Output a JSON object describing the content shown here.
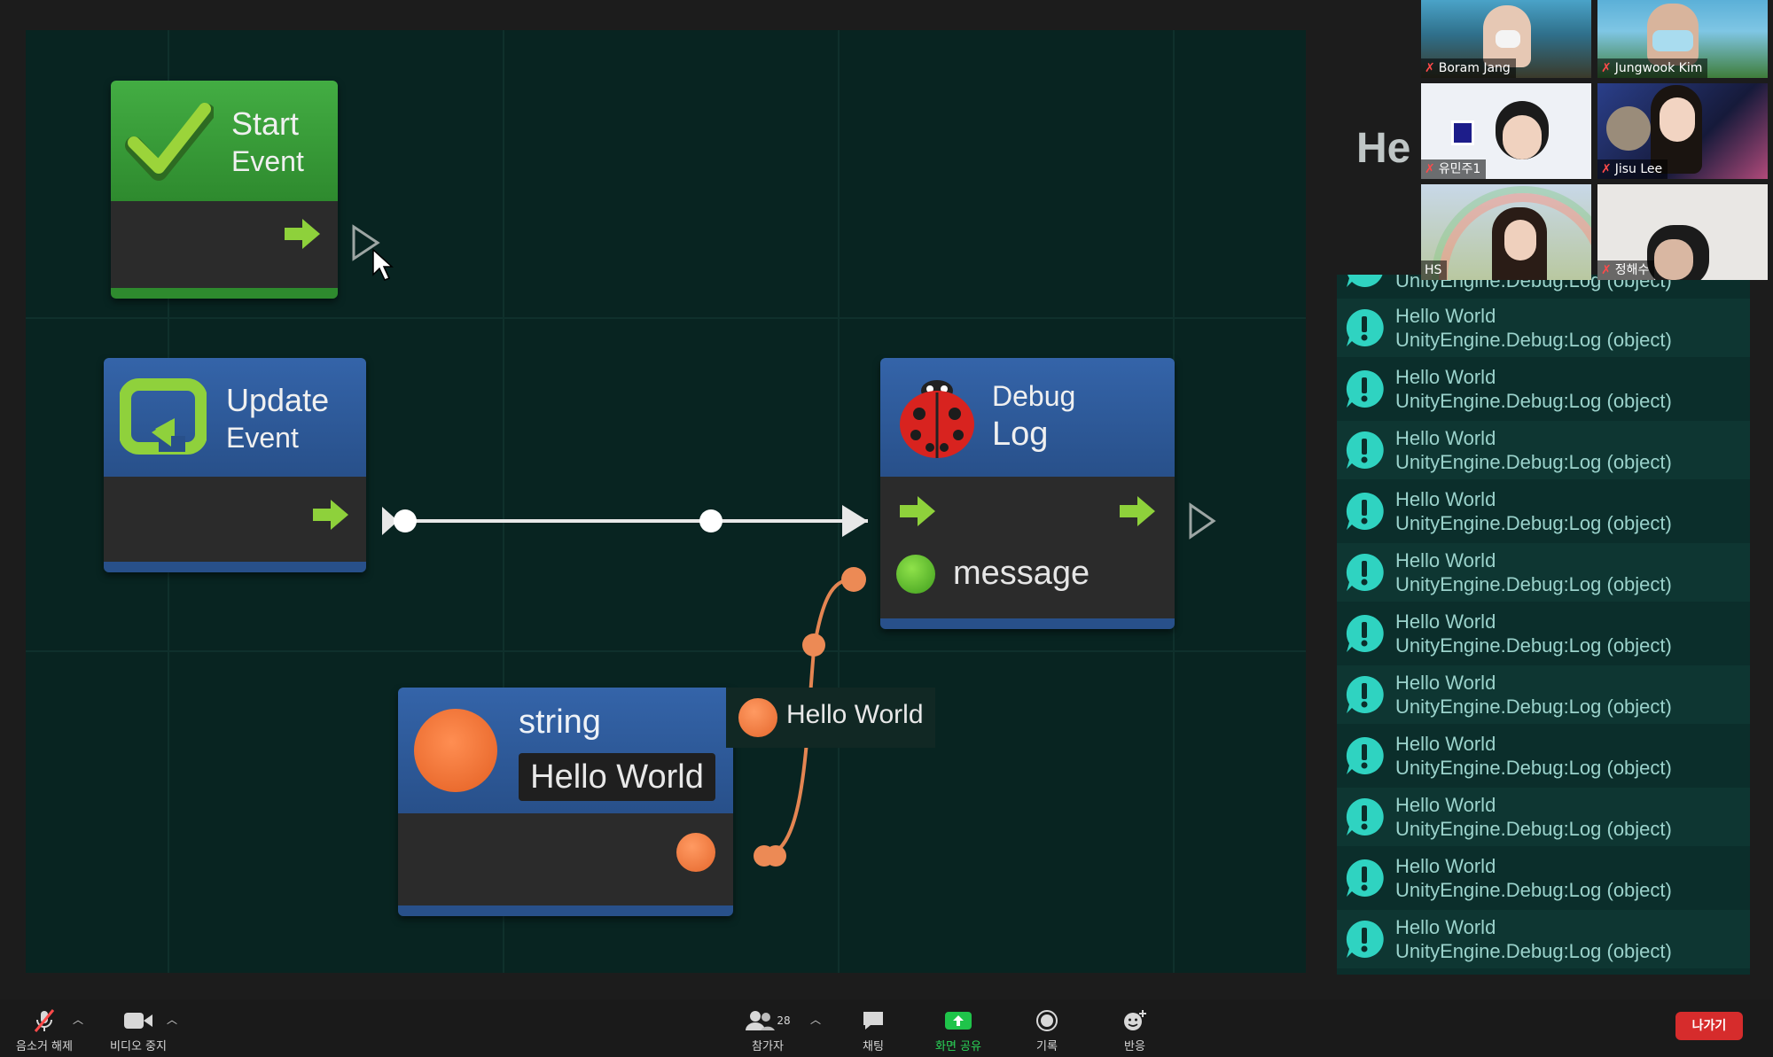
{
  "graph": {
    "start_node": {
      "title_line1": "Start",
      "title_line2": "Event"
    },
    "update_node": {
      "title_line1": "Update",
      "title_line2": "Event"
    },
    "debug_node": {
      "title_line1": "Debug",
      "title_line2": "Log",
      "port_label": "message"
    },
    "string_node": {
      "title": "string",
      "value": "Hello World",
      "output_tooltip": "Hello World"
    }
  },
  "console": {
    "peek_text": "He",
    "partial_top": "UnityEngine.Debug:Log (object)",
    "entries": [
      {
        "line1": "Hello World",
        "line2": "UnityEngine.Debug:Log (object)"
      },
      {
        "line1": "Hello World",
        "line2": "UnityEngine.Debug:Log (object)"
      },
      {
        "line1": "Hello World",
        "line2": "UnityEngine.Debug:Log (object)"
      },
      {
        "line1": "Hello World",
        "line2": "UnityEngine.Debug:Log (object)"
      },
      {
        "line1": "Hello World",
        "line2": "UnityEngine.Debug:Log (object)"
      },
      {
        "line1": "Hello World",
        "line2": "UnityEngine.Debug:Log (object)"
      },
      {
        "line1": "Hello World",
        "line2": "UnityEngine.Debug:Log (object)"
      },
      {
        "line1": "Hello World",
        "line2": "UnityEngine.Debug:Log (object)"
      },
      {
        "line1": "Hello World",
        "line2": "UnityEngine.Debug:Log (object)"
      },
      {
        "line1": "Hello World",
        "line2": "UnityEngine.Debug:Log (object)"
      },
      {
        "line1": "Hello World",
        "line2": "UnityEngine.Debug:Log (object)"
      }
    ]
  },
  "participants": [
    {
      "name": "Boram Jang",
      "muted": true
    },
    {
      "name": "Jungwook Kim",
      "muted": true
    },
    {
      "name": "유민주1",
      "muted": true
    },
    {
      "name": "Jisu Lee",
      "muted": true
    },
    {
      "name": "HS",
      "muted": false
    },
    {
      "name": "정해수",
      "muted": true
    }
  ],
  "toolbar": {
    "unmute_label": "음소거 해제",
    "video_label": "비디오 중지",
    "participants_label": "참가자",
    "participants_count": "28",
    "chat_label": "채팅",
    "share_label": "화면 공유",
    "record_label": "기록",
    "reactions_label": "반응",
    "leave_label": "나가기"
  },
  "colors": {
    "canvas_bg": "#082421",
    "event_green": "#3a9a3a",
    "node_blue": "#2d5a9b",
    "string_orange": "#f07a45",
    "share_green": "#1fc44a",
    "leave_red": "#d62c2c"
  }
}
